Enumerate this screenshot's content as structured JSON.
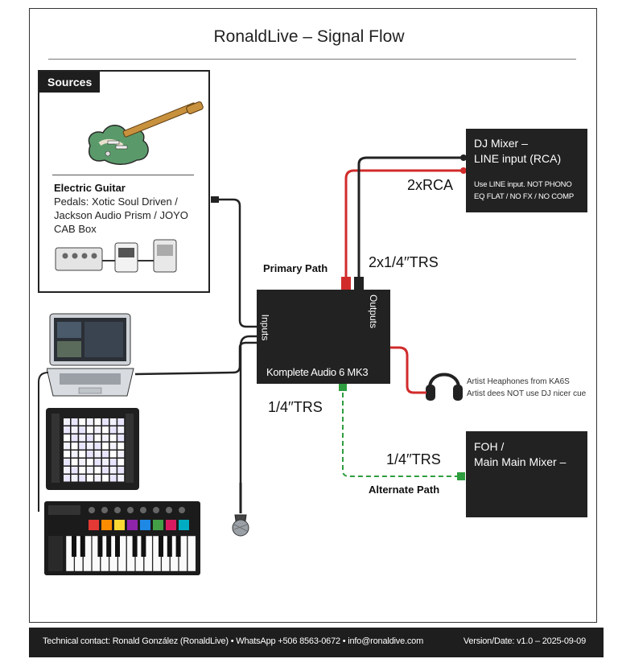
{
  "title": "RonaldLive – Signal Flow",
  "sources": {
    "tab_label": "Sources",
    "guitar_name": "Electric Guitar",
    "pedals_text": "Pedals: Xotic Soul Driven / Jackson Audio Prism / JOYO CAB Box"
  },
  "interface": {
    "name": "Komplete Audio 6 MK3",
    "inputs_label": "Inputs",
    "outputs_label": "Outputs"
  },
  "dj_mixer": {
    "title_line1": "DJ Mixer –",
    "title_line2": "LINE input (RCA)",
    "note_line1": "Use LINE input. NOT PHONO",
    "note_line2": "EQ FLAT / NO FX / NO COMP"
  },
  "foh": {
    "title_line1": "FOH /",
    "title_line2": "Main Main Mixer –"
  },
  "labels": {
    "rca": "2xRCA",
    "trs_primary": "2x1/4′′TRS",
    "primary_path": "Primary Path",
    "trs_alt_in": "1/4′′TRS",
    "trs_alt_out": "1/4′′TRS",
    "alternate_path": "Alternate Path"
  },
  "headphones": {
    "line1": "Artist Heaphones from KA6S",
    "line2": "Artist dees NOT use DJ nicer cue"
  },
  "footer": {
    "contact": "Technical contact: Ronald González (RonaldLive) • WhatsApp +506 8563-0672 • info@ronaldive.com",
    "version": "Version/Date: v1.0 – 2025-09-09"
  },
  "colors": {
    "device": "#222222",
    "primary_cable": "#d12b2b",
    "alternate_cable": "#2e9e3e",
    "cable": "#222222"
  },
  "icons": [
    "guitar-icon",
    "pedal-icon",
    "laptop-icon",
    "pad-controller-icon",
    "keyboard-icon",
    "microphone-icon",
    "headphones-icon"
  ]
}
